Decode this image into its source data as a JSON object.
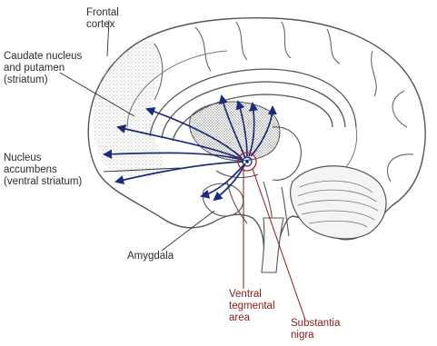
{
  "labels": {
    "frontal_cortex": [
      "Frontal",
      "cortex"
    ],
    "caudate": [
      "Caudate nucleus",
      "and putamen",
      "(striatum)"
    ],
    "accumbens": [
      "Nucleus",
      "accumbens",
      "(ventral striatum)"
    ],
    "amygdala": [
      "Amygdala"
    ],
    "vta": [
      "Ventral",
      "tegmental",
      "area"
    ],
    "substantia": [
      "Substantia",
      "nigra"
    ]
  },
  "colors": {
    "outline": "#555555",
    "pathway": "#1b2b7a",
    "origin": "#b02020",
    "origin_label": "#8b1a1a"
  }
}
